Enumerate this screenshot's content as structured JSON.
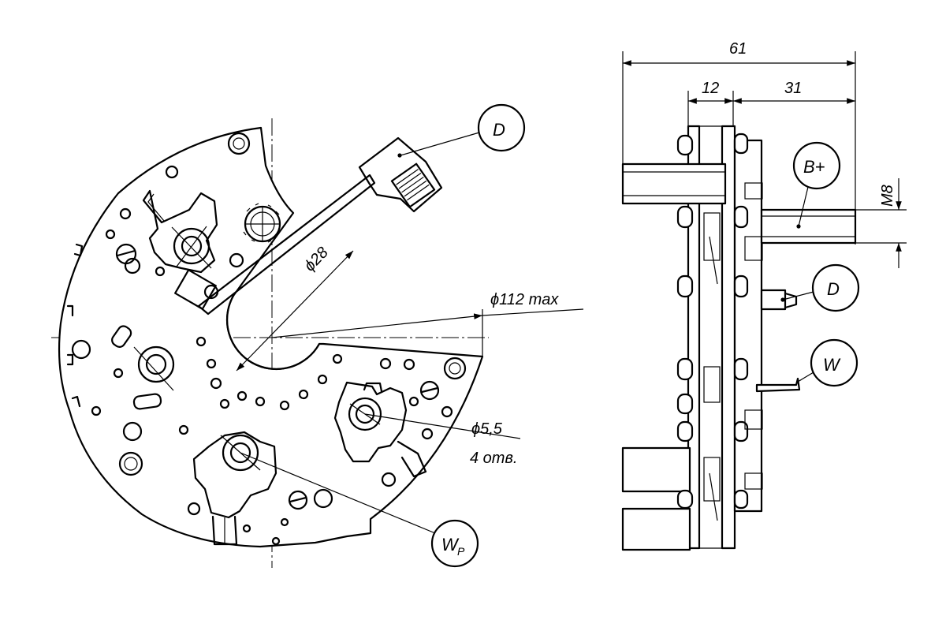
{
  "front_view": {
    "callouts": {
      "d": "D",
      "wp_main": "W",
      "wp_sub": "P"
    },
    "dims": {
      "d28": "ϕ28",
      "d112": "ϕ112 max",
      "d55": "ϕ5,5",
      "holes": "4 отв."
    }
  },
  "side_view": {
    "callouts": {
      "bplus": "B+",
      "d": "D",
      "w": "W"
    },
    "dims": {
      "d61": "61",
      "d12": "12",
      "d31": "31",
      "m8": "M8"
    }
  },
  "colors": {
    "ink": "#000000",
    "paper": "#ffffff"
  }
}
